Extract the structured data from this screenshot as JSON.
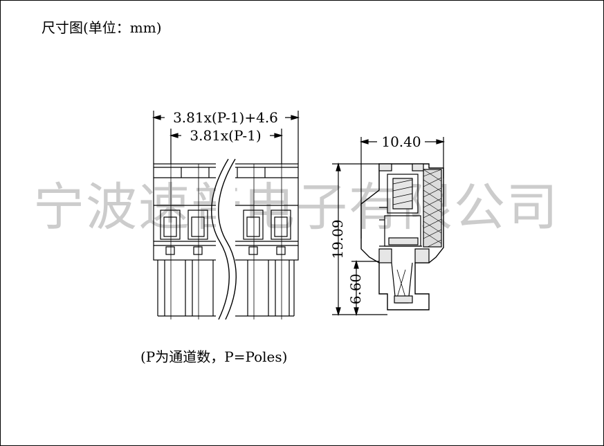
{
  "title": "尺寸图(单位：mm)",
  "watermark": "宁波速普电子有限公司",
  "caption": "(P为通道数，P=Poles)",
  "dimensions": {
    "overall_width": "3.81x(P-1)+4.6",
    "pitch_width": "3.81x(P-1)",
    "depth": "10.40",
    "height": "19.09",
    "pin_length": "6.60"
  }
}
